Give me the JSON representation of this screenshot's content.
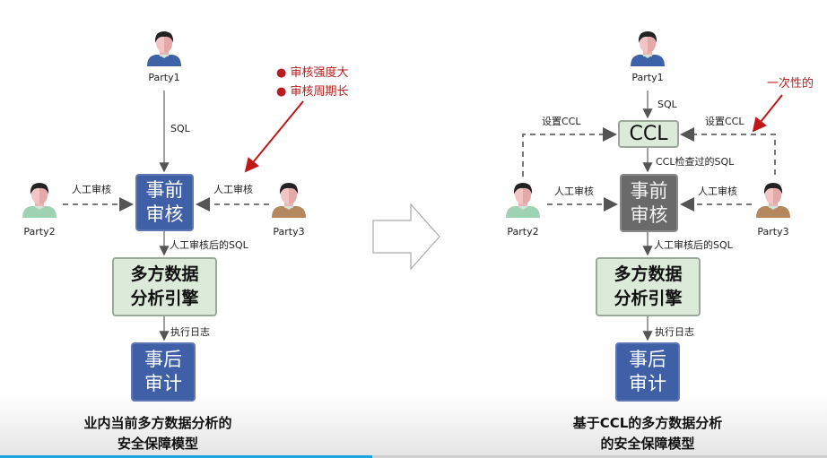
{
  "left": {
    "parties": [
      "Party1",
      "Party2",
      "Party3"
    ],
    "edges": {
      "sql": "SQL",
      "manual_review_left": "人工审核",
      "manual_review_right": "人工审核",
      "after_review_sql": "人工审核后的SQL",
      "exec_log": "执行日志"
    },
    "pre_audit": [
      "事前",
      "审核"
    ],
    "engine": [
      "多方数据",
      "分析引擎"
    ],
    "post_audit": [
      "事后",
      "审计"
    ],
    "notes": [
      "审核强度大",
      "审核周期长"
    ],
    "caption": [
      "业内当前多方数据分析的",
      "安全保障模型"
    ]
  },
  "right": {
    "parties": [
      "Party1",
      "Party2",
      "Party3"
    ],
    "edges": {
      "sql": "SQL",
      "set_ccl_left": "设置CCL",
      "set_ccl_right": "设置CCL",
      "ccl_checked_sql": "CCL检查过的SQL",
      "manual_review_left": "人工审核",
      "manual_review_right": "人工审核",
      "after_review_sql": "人工审核后的SQL",
      "exec_log": "执行日志"
    },
    "ccl": "CCL",
    "pre_audit": [
      "事前",
      "审核"
    ],
    "engine": [
      "多方数据",
      "分析引擎"
    ],
    "post_audit": [
      "事后",
      "审计"
    ],
    "note": "一次性的",
    "caption": [
      "基于CCL的多方数据分析",
      "的安全保障模型"
    ]
  },
  "colors": {
    "blue_box": "#3f5fa6",
    "gray_box": "#6a6a6a",
    "green_box": "#dcebd9",
    "accent_red": "#b81c1c",
    "progress": "#1aa3e0"
  },
  "video_progress_percent": 45
}
